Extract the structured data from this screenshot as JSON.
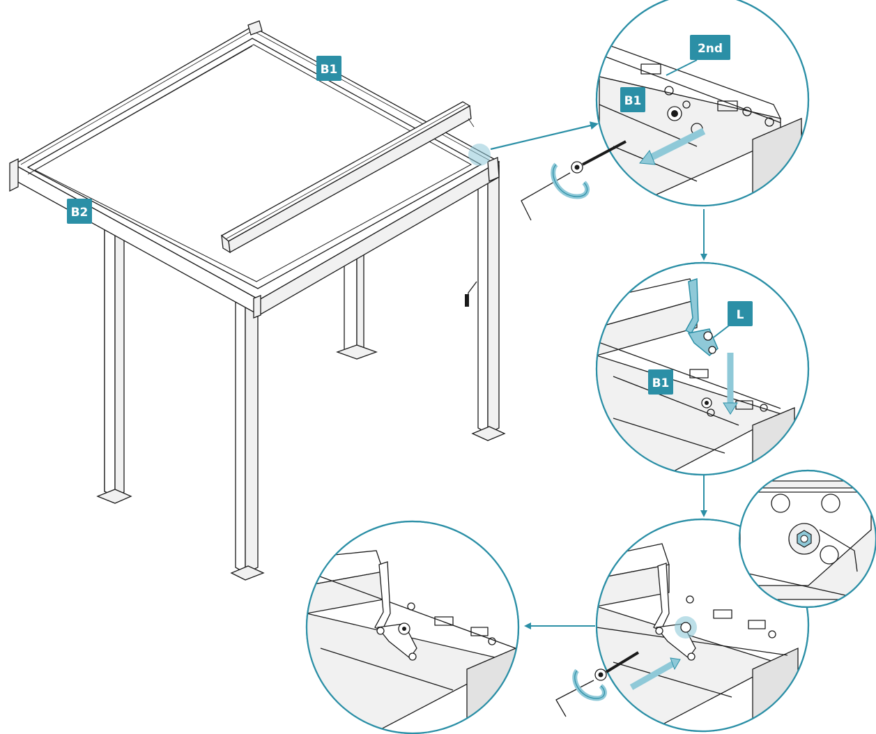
{
  "colors": {
    "accent": "#2b8fa6",
    "accent_light": "#8fc9d8",
    "line": "#1a1a1a",
    "background": "#ffffff"
  },
  "labels": {
    "b1_main": "B1",
    "b2_main": "B2",
    "second": "2nd",
    "b1_detail_1": "B1",
    "l_detail_2": "L",
    "b1_detail_2": "B1"
  },
  "icons": {
    "rotate": "rotate-arrow-icon",
    "allen_key": "allen-key-icon",
    "bolt": "bolt-icon",
    "flow_arrow": "arrow-icon"
  }
}
